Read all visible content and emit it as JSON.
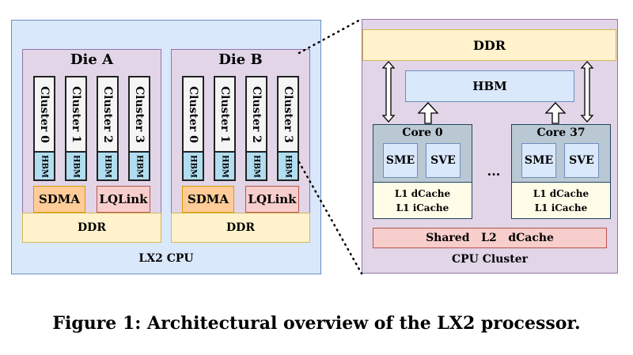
{
  "cpu": {
    "label": "LX2 CPU",
    "dies": [
      {
        "title": "Die A",
        "clusters": [
          "Cluster 0",
          "Cluster 1",
          "Cluster 2",
          "Cluster 3"
        ],
        "hbm": "HBM",
        "sdma": "SDMA",
        "lqlink": "LQLink"
      },
      {
        "title": "Die B",
        "clusters": [
          "Cluster 0",
          "Cluster 1",
          "Cluster 2",
          "Cluster 3"
        ],
        "hbm": "HBM",
        "sdma": "SDMA",
        "lqlink": "LQLink"
      }
    ],
    "ddr": [
      "DDR",
      "DDR"
    ]
  },
  "cluster_detail": {
    "label": "CPU Cluster",
    "ddr": "DDR",
    "hbm": "HBM",
    "ellipsis": "...",
    "cores": [
      {
        "title": "Core 0",
        "units": [
          "SME",
          "SVE"
        ],
        "l1d": "L1 dCache",
        "l1i": "L1 iCache"
      },
      {
        "title": "Core 37",
        "units": [
          "SME",
          "SVE"
        ],
        "l1d": "L1 dCache",
        "l1i": "L1 iCache"
      }
    ],
    "l2": "Shared   L2   dCache"
  },
  "caption": "Figure 1: Architectural overview of the LX2 processor.",
  "colors": {
    "cpu_fill": "#dae8fc",
    "die_fill": "#e1d5e7",
    "ddr_fill": "#fff2cc",
    "hbm_fill": "#b1ddf0",
    "sdma_fill": "#ffcc99",
    "lqlink_fill": "#f8cecc",
    "core_fill": "#bac8d3"
  }
}
